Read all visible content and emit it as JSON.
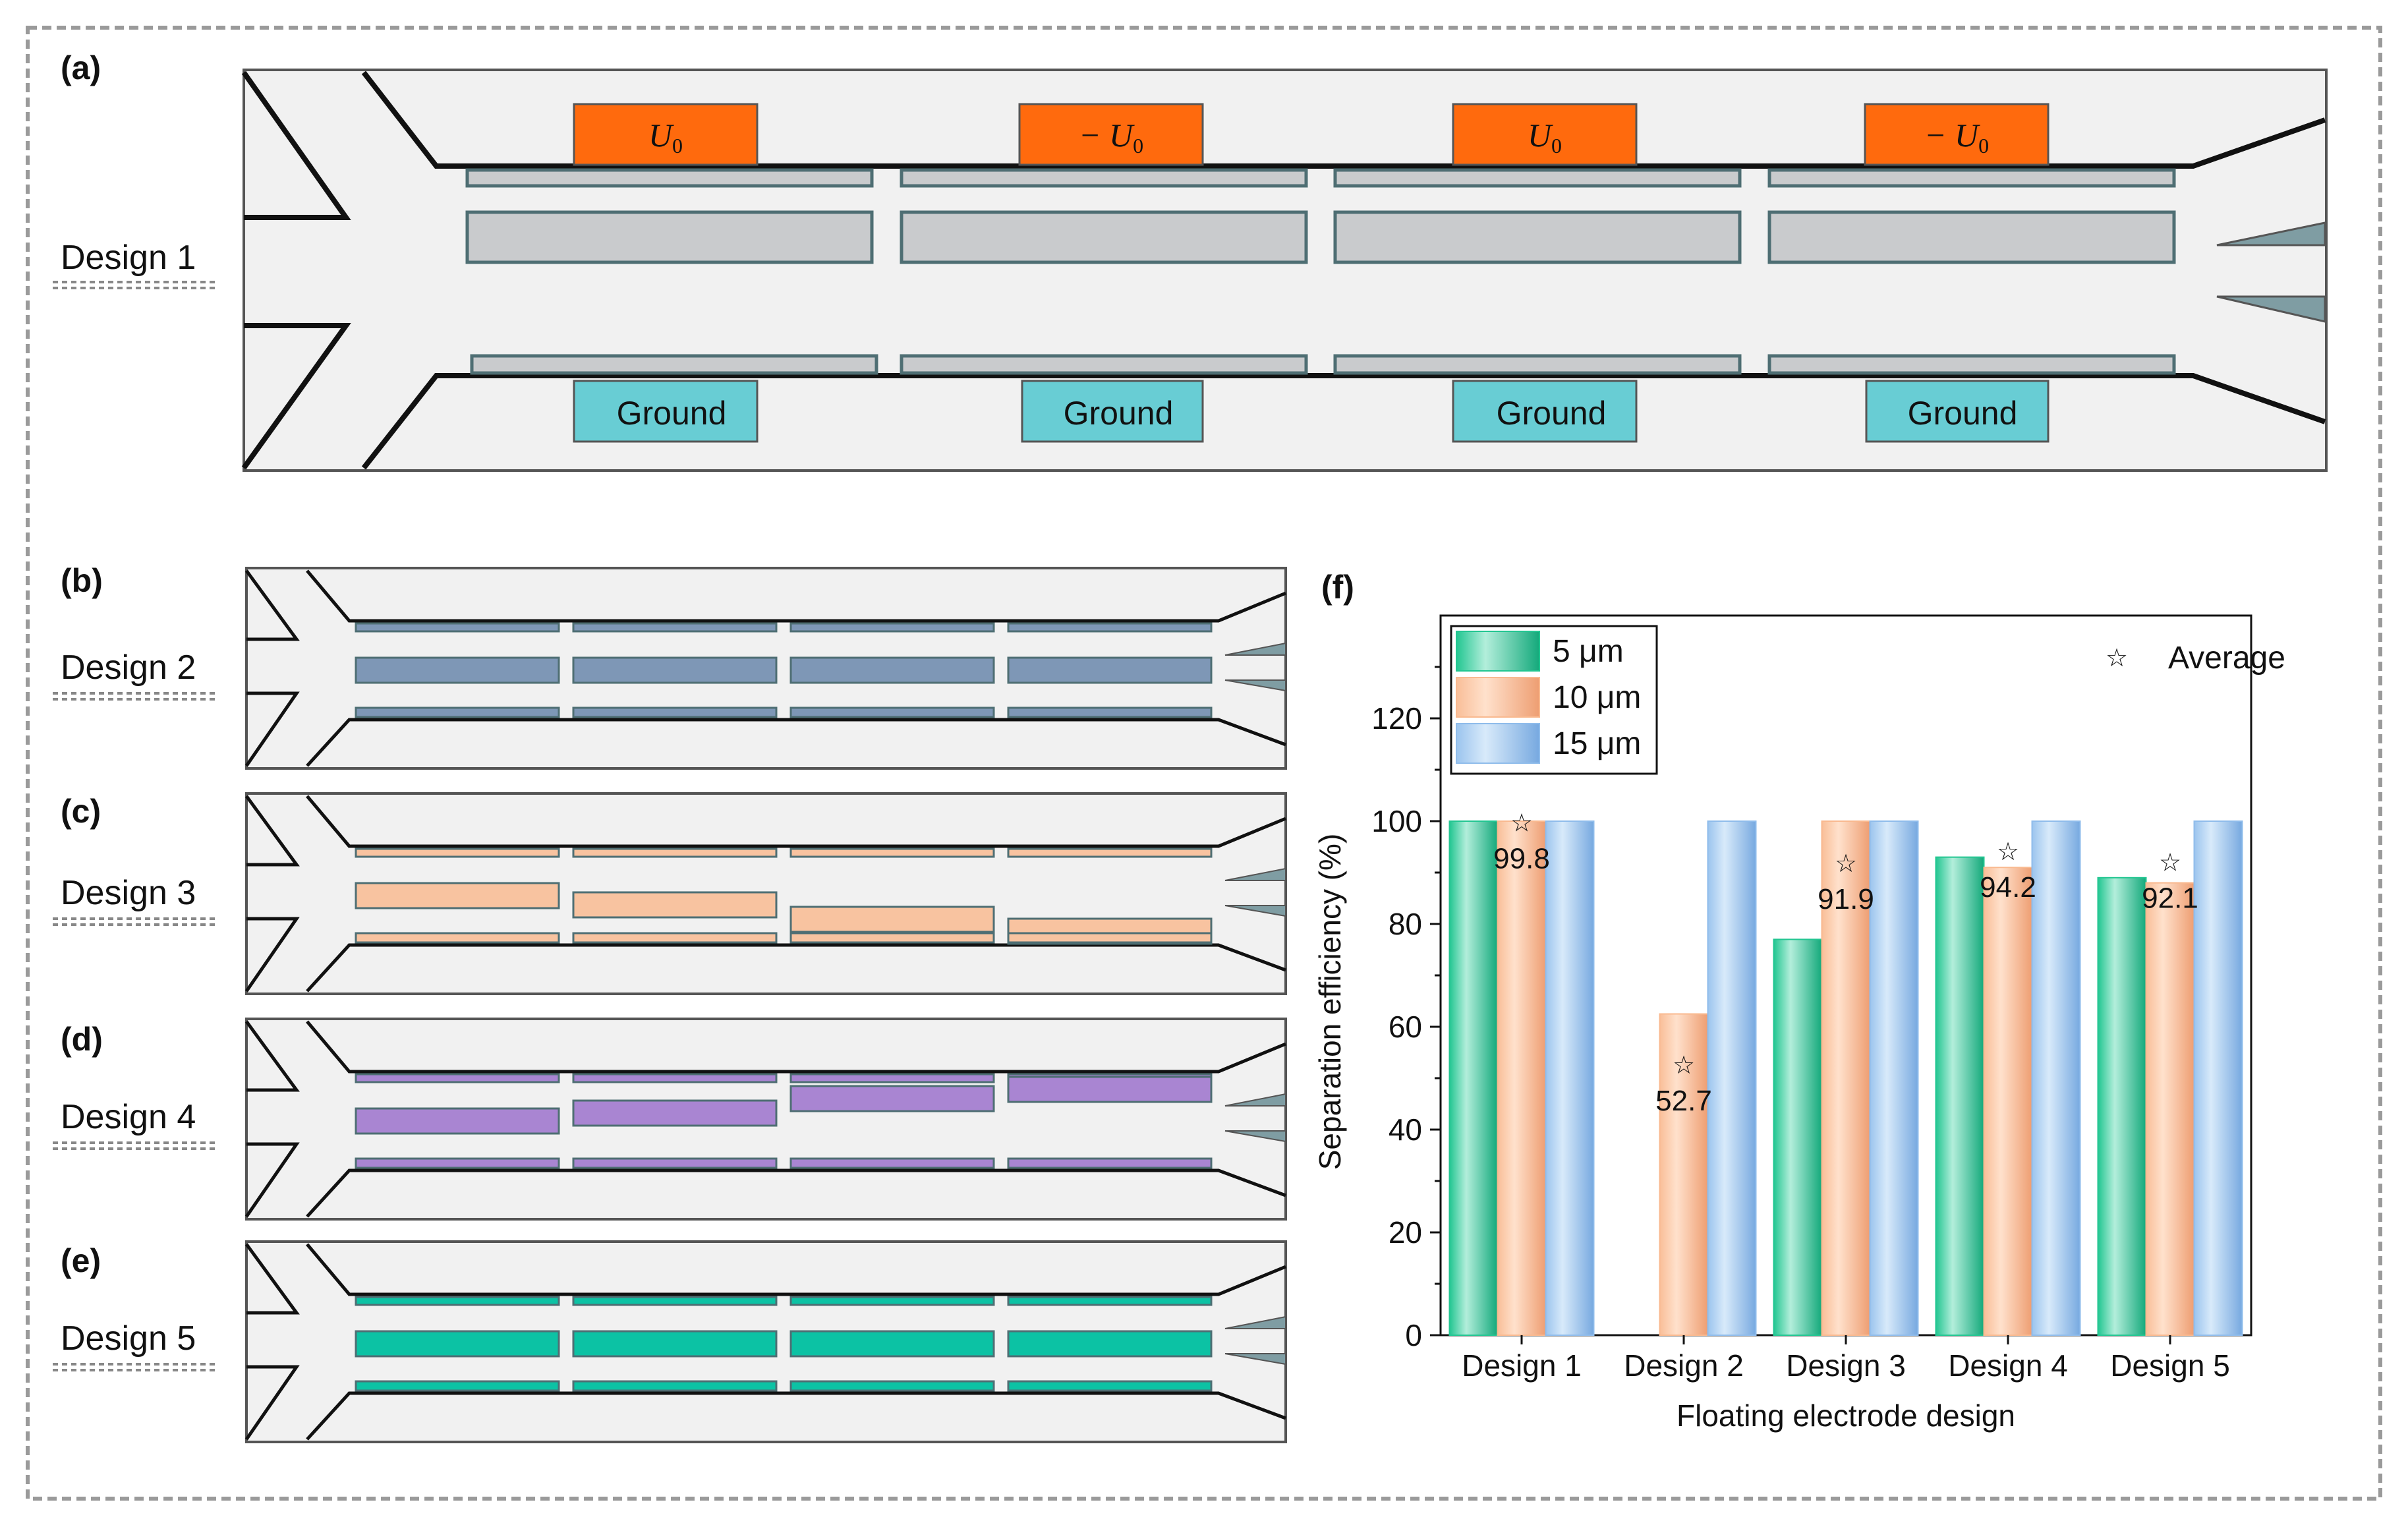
{
  "colors": {
    "voltage": "#FF6A0D",
    "ground": "#68CDD4",
    "design1_electrode": "#C9CBCD",
    "design2_electrode": "#7E97B6",
    "design3_electrode": "#F8C3A0",
    "design4_electrode": "#A985D2",
    "design5_electrode": "#0CC2A4",
    "channel_fill": "#F1F1F1",
    "outlet": "#7F9DA3",
    "series_5um": "#22C691",
    "series_10um": "#F9B98F",
    "series_15um": "#8FBCEB"
  },
  "panels": {
    "a": {
      "label": "(a)",
      "design": "Design 1"
    },
    "b": {
      "label": "(b)",
      "design": "Design 2"
    },
    "c": {
      "label": "(c)",
      "design": "Design 3"
    },
    "d": {
      "label": "(d)",
      "design": "Design 4"
    },
    "e": {
      "label": "(e)",
      "design": "Design 5"
    },
    "f": {
      "label": "(f)"
    }
  },
  "design1": {
    "voltage_labels": [
      "U",
      "− U",
      "U",
      "− U"
    ],
    "voltage_subscript": "0",
    "ground_labels": [
      "Ground",
      "Ground",
      "Ground",
      "Ground"
    ]
  },
  "chart_data": {
    "type": "bar",
    "categories": [
      "Design 1",
      "Design 2",
      "Design 3",
      "Design 4",
      "Design 5"
    ],
    "series": [
      {
        "name": "5  μm",
        "values": [
          100,
          0,
          77,
          93,
          89
        ]
      },
      {
        "name": "10 μm",
        "values": [
          100,
          62.5,
          100,
          91,
          88
        ]
      },
      {
        "name": "15 μm",
        "values": [
          100,
          100,
          100,
          100,
          100
        ]
      }
    ],
    "average": {
      "name": "Average",
      "values": [
        99.8,
        52.7,
        91.9,
        94.2,
        92.1
      ],
      "labels": [
        "99.8",
        "52.7",
        "91.9",
        "94.2",
        "92.1"
      ]
    },
    "xlabel": "Floating electrode design",
    "ylabel": "Separation efficiency (%)",
    "ylim": [
      0,
      140
    ],
    "yticks": [
      "0",
      "20",
      "40",
      "60",
      "80",
      "100",
      "120"
    ],
    "legend": "top-left",
    "grid": false
  }
}
